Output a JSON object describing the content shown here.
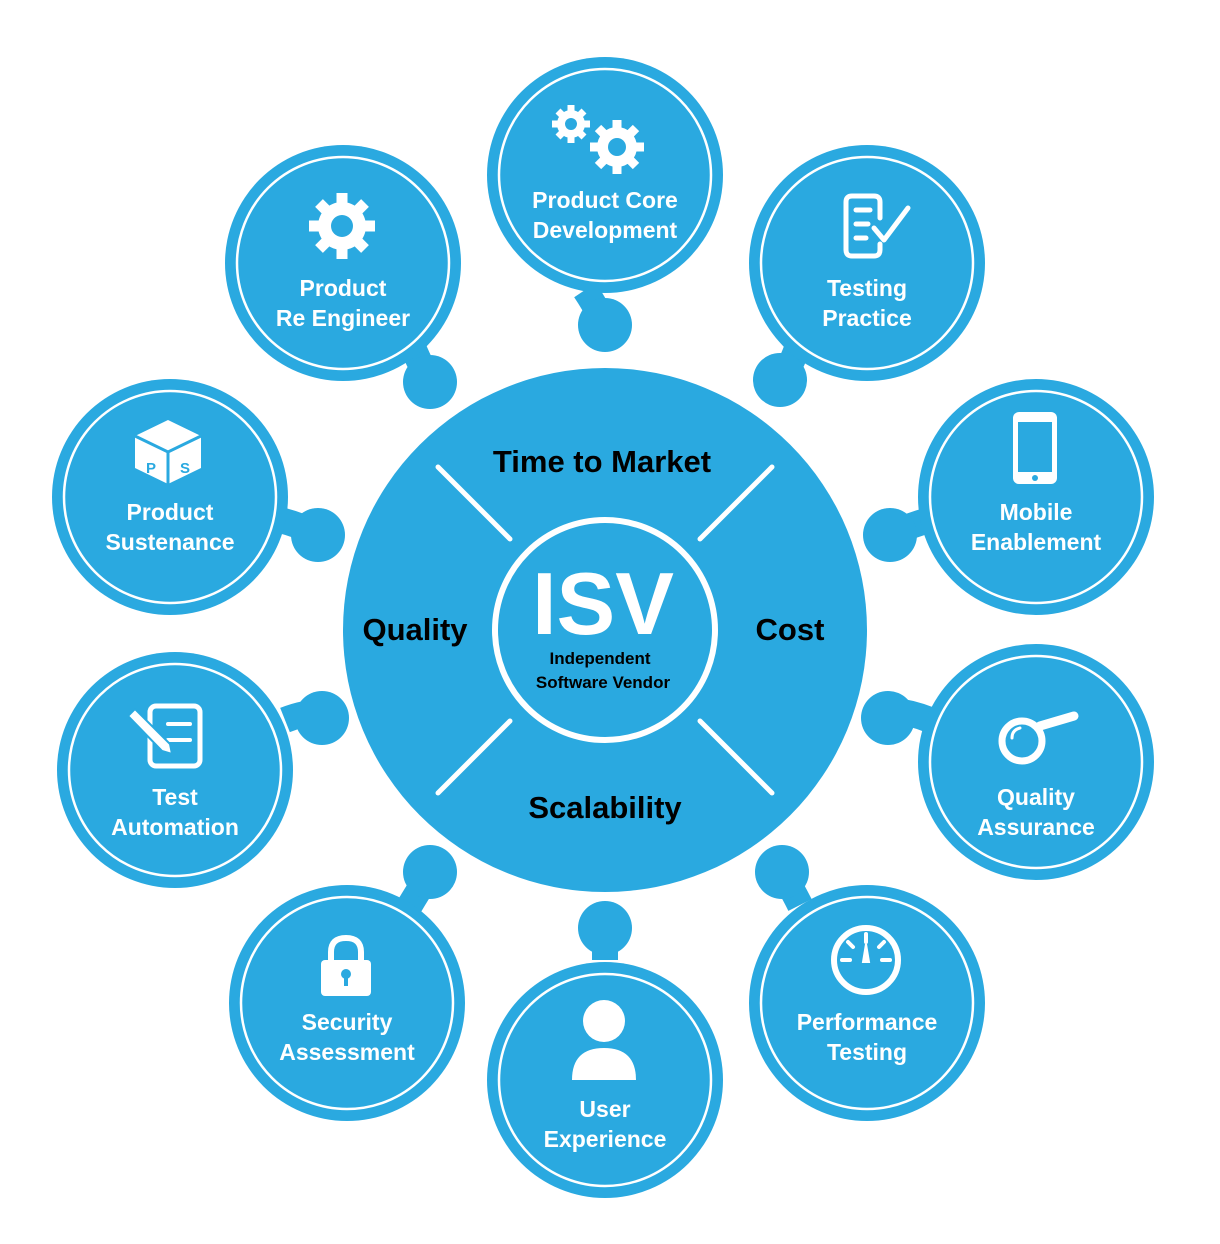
{
  "center": {
    "acronym": "ISV",
    "subtitle_line1": "Independent",
    "subtitle_line2": "Software Vendor"
  },
  "dimensions": {
    "top": "Time to Market",
    "right": "Cost",
    "bottom": "Scalability",
    "left": "Quality"
  },
  "services": [
    {
      "id": "product-core-development",
      "line1": "Product Core",
      "line2": "Development",
      "icon": "gears-icon"
    },
    {
      "id": "testing-practice",
      "line1": "Testing",
      "line2": "Practice",
      "icon": "checklist-icon"
    },
    {
      "id": "mobile-enablement",
      "line1": "Mobile",
      "line2": "Enablement",
      "icon": "mobile-phone-icon"
    },
    {
      "id": "quality-assurance",
      "line1": "Quality",
      "line2": "Assurance",
      "icon": "magnifier-icon"
    },
    {
      "id": "performance-testing",
      "line1": "Performance",
      "line2": "Testing",
      "icon": "gauge-icon"
    },
    {
      "id": "user-experience",
      "line1": "User",
      "line2": "Experience",
      "icon": "user-icon"
    },
    {
      "id": "security-assessment",
      "line1": "Security",
      "line2": "Assessment",
      "icon": "padlock-icon"
    },
    {
      "id": "test-automation",
      "line1": "Test",
      "line2": "Automation",
      "icon": "pencil-document-icon"
    },
    {
      "id": "product-sustenance",
      "line1": "Product",
      "line2": "Sustenance",
      "icon": "ps-cube-icon"
    },
    {
      "id": "product-re-engineer",
      "line1": "Product",
      "line2": "Re Engineer",
      "icon": "gear-icon"
    }
  ],
  "colors": {
    "accent": "#2aa9e0",
    "ring": "#ffffff",
    "dimension_text": "#000000"
  }
}
